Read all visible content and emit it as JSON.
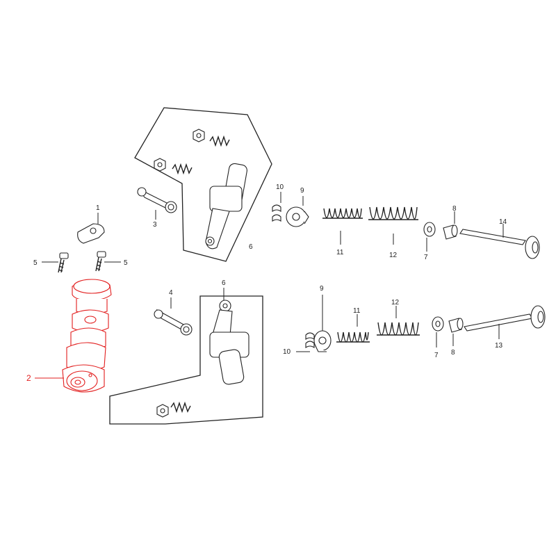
{
  "diagram": {
    "highlight_color": "#e21d1d",
    "line_color": "#222222",
    "callouts": {
      "c1": "1",
      "c2": "2",
      "c3": "3",
      "c4": "4",
      "c5a": "5",
      "c5b": "5",
      "c6a": "6",
      "c6b": "6",
      "c7a": "7",
      "c7b": "7",
      "c8a": "8",
      "c8b": "8",
      "c9a": "9",
      "c9b": "9",
      "c10a": "10",
      "c10b": "10",
      "c11a": "11",
      "c11b": "11",
      "c12a": "12",
      "c12b": "12",
      "c13": "13",
      "c14": "14"
    }
  }
}
